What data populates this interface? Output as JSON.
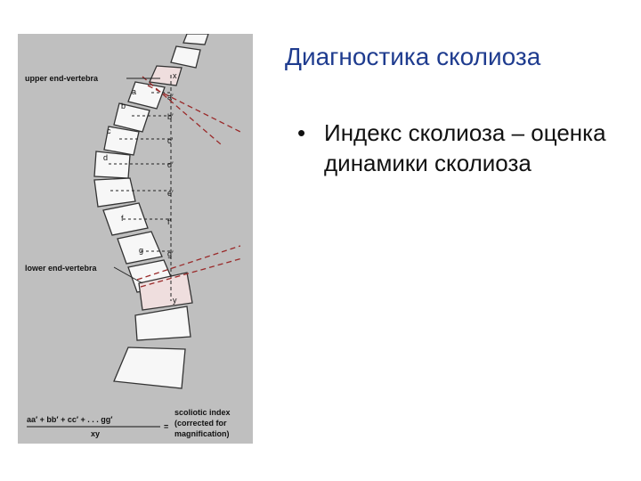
{
  "slide": {
    "title": "Диагностика сколиоза",
    "bullets": [
      {
        "symbol": "•",
        "text": "Индекс сколиоза – оценка динамики сколиоза"
      }
    ]
  },
  "figure": {
    "labels": {
      "upper_end_vertebra": "upper end-vertebra",
      "lower_end_vertebra": "lower end-vertebra",
      "x": "x",
      "y": "y",
      "a": "a",
      "b": "b",
      "c": "c",
      "d": "d",
      "f": "f",
      "g": "g",
      "a_prime": "a′",
      "b_prime": "b′",
      "c_prime": "c′",
      "d_prime": "d′",
      "e_prime": "e′",
      "f_prime": "f′",
      "g_prime": "g′"
    },
    "formula": {
      "numerator": "aa′ + bb′ + cc′ + . . . gg′",
      "denominator": "xy",
      "equals": "=",
      "result_line1": "scoliotic index",
      "result_line2": "(corrected for",
      "result_line3": "magnification)"
    },
    "colors": {
      "background": "#bfbfbf",
      "vertebra": "#f7f7f7",
      "end_vertebra": "#efdede",
      "dashed_lines": "#9a2a2a"
    }
  }
}
